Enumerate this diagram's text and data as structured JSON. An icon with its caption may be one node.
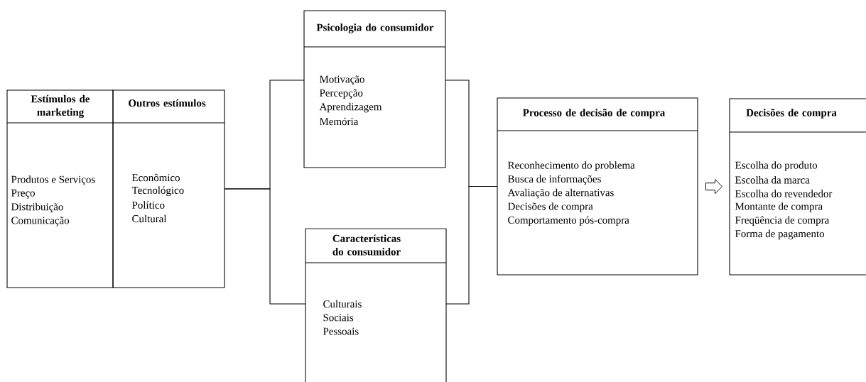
{
  "diagram": {
    "nodes": [
      {
        "text": [
          "Estímulos de marketing",
          "Produtos e Serviços",
          "Preço",
          "Distribuição",
          "Comunicação"
        ]
      },
      {
        "text": [
          "Outros estímulos",
          "Econômico",
          "Tecnológico",
          "Político",
          "Cultural"
        ]
      },
      {
        "text": [
          "Psicologia do consumidor",
          "Motivação",
          "Percepção",
          "Aprendizagem",
          "Memória"
        ]
      },
      {
        "text": [
          "Características do consumidor",
          "Culturais",
          "Sociais",
          "Pessoais"
        ]
      },
      {
        "text": [
          "Processo de decisão de compra",
          "Reconhecimento do problema",
          "Busca de informações",
          "Avaliação de alternativas",
          "Decisões de compra",
          "Comportamento pós-compra"
        ]
      },
      {
        "text": [
          "Decisões de compra",
          "Escolha do produto",
          "Escolha da marca",
          "Escolha do revendedor",
          "Montante de compra",
          "Freqüência de compra",
          "Forma de pagamento"
        ]
      }
    ],
    "edges": [
      {
        "from": 1,
        "to": 2,
        "arrow": "none"
      },
      {
        "from": 1,
        "to": 3,
        "arrow": "none"
      },
      {
        "from": 2,
        "to": 4,
        "arrow": "none"
      },
      {
        "from": 3,
        "to": 4,
        "arrow": "none"
      },
      {
        "from": 4,
        "to": 5,
        "arrow": "to"
      }
    ]
  }
}
